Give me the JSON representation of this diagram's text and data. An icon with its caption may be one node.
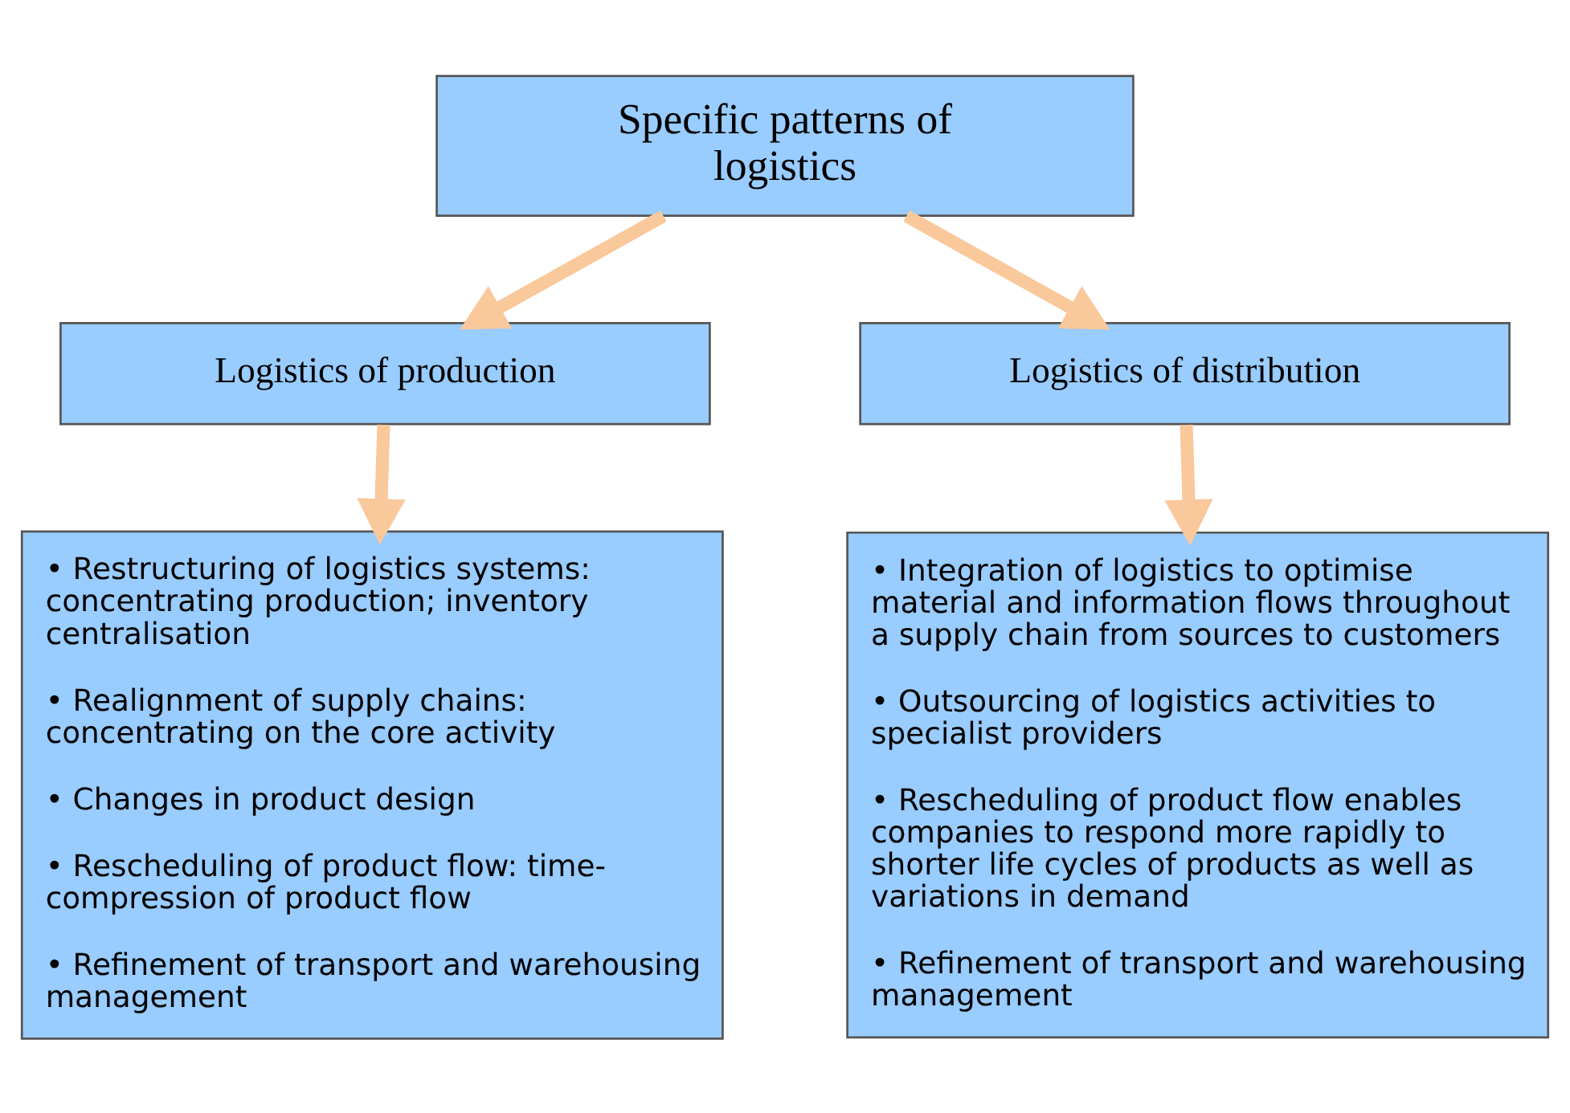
{
  "diagram": {
    "nodes": [
      {
        "text": [
          "Specific patterns of logistics"
        ]
      },
      {
        "text": [
          "Logistics of production"
        ]
      },
      {
        "text": [
          "Logistics of distribution"
        ]
      },
      {
        "text": [
          "• Restructuring of logistics systems: concentrating production; inventory centralisation",
          "• Realignment of supply chains: concentrating on the core activity",
          "• Changes in product design",
          "• Rescheduling of product flow: time-compression of product flow",
          "• Refinement of transport and warehousing management"
        ]
      },
      {
        "text": [
          "• Integration of logistics to optimise material and information flows throughout a supply chain from sources to customers",
          "• Outsourcing of logistics activities to specialist providers",
          "• Rescheduling of product flow enables companies to respond more rapidly to shorter life cycles of products as well as variations in demand",
          "• Refinement of transport and warehousing management"
        ]
      }
    ],
    "edges": [
      {
        "from": 0,
        "to": 1,
        "arrow": "to"
      },
      {
        "from": 0,
        "to": 2,
        "arrow": "to"
      },
      {
        "from": 1,
        "to": 3,
        "arrow": "to"
      },
      {
        "from": 2,
        "to": 4,
        "arrow": "to"
      }
    ]
  }
}
